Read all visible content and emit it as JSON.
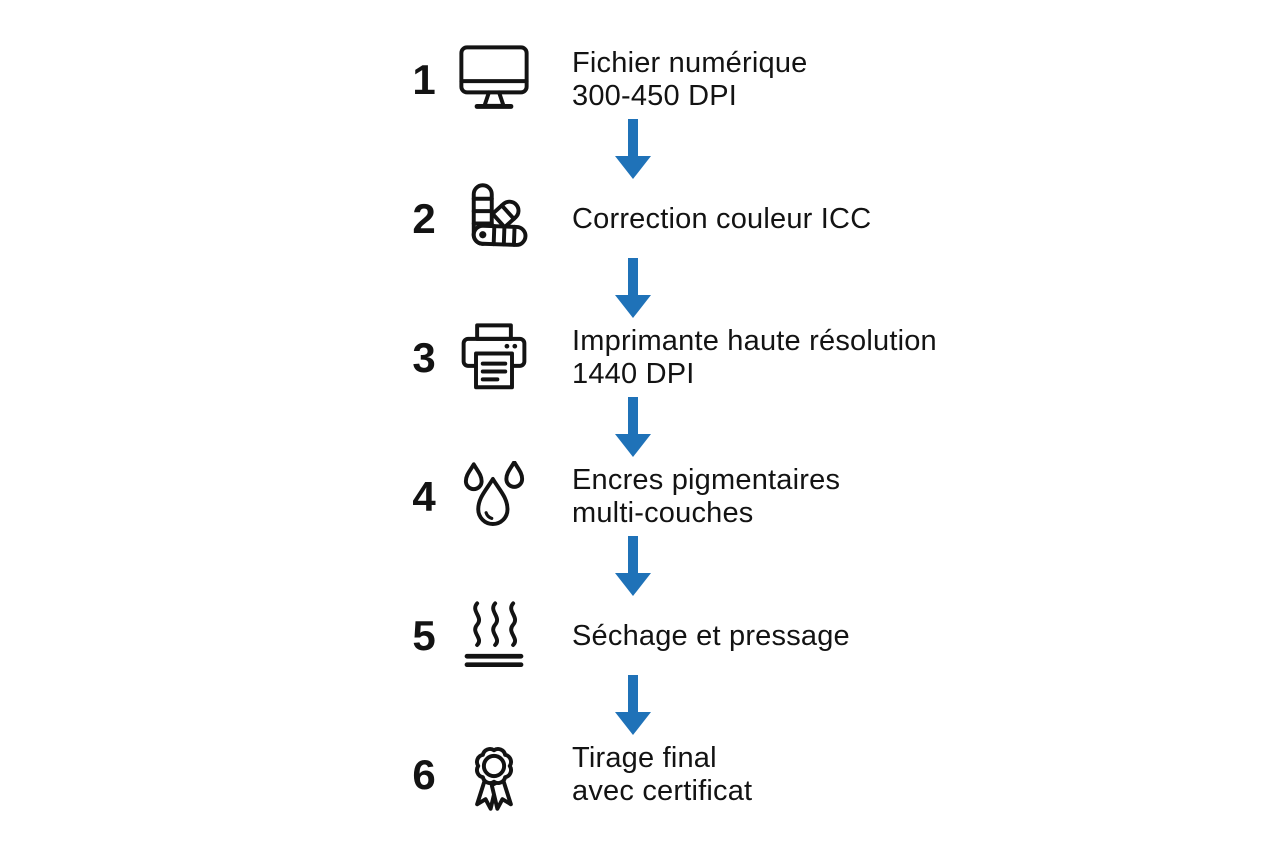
{
  "flow": {
    "arrow_color": "#1f72b8",
    "text_color": "#131313",
    "background_color": "#ffffff",
    "steps": [
      {
        "number": "1",
        "icon": "monitor-icon",
        "lines": [
          "Fichier numérique",
          "300-450 DPI"
        ]
      },
      {
        "number": "2",
        "icon": "color-swatches-icon",
        "lines": [
          "Correction couleur ICC"
        ]
      },
      {
        "number": "3",
        "icon": "printer-icon",
        "lines": [
          "Imprimante haute résolution",
          "1440 DPI"
        ]
      },
      {
        "number": "4",
        "icon": "ink-drops-icon",
        "lines": [
          "Encres pigmentaires",
          "multi-couches"
        ]
      },
      {
        "number": "5",
        "icon": "heat-icon",
        "lines": [
          "Séchage et pressage"
        ]
      },
      {
        "number": "6",
        "icon": "award-ribbon-icon",
        "lines": [
          "Tirage final",
          "avec certificat"
        ]
      }
    ]
  }
}
